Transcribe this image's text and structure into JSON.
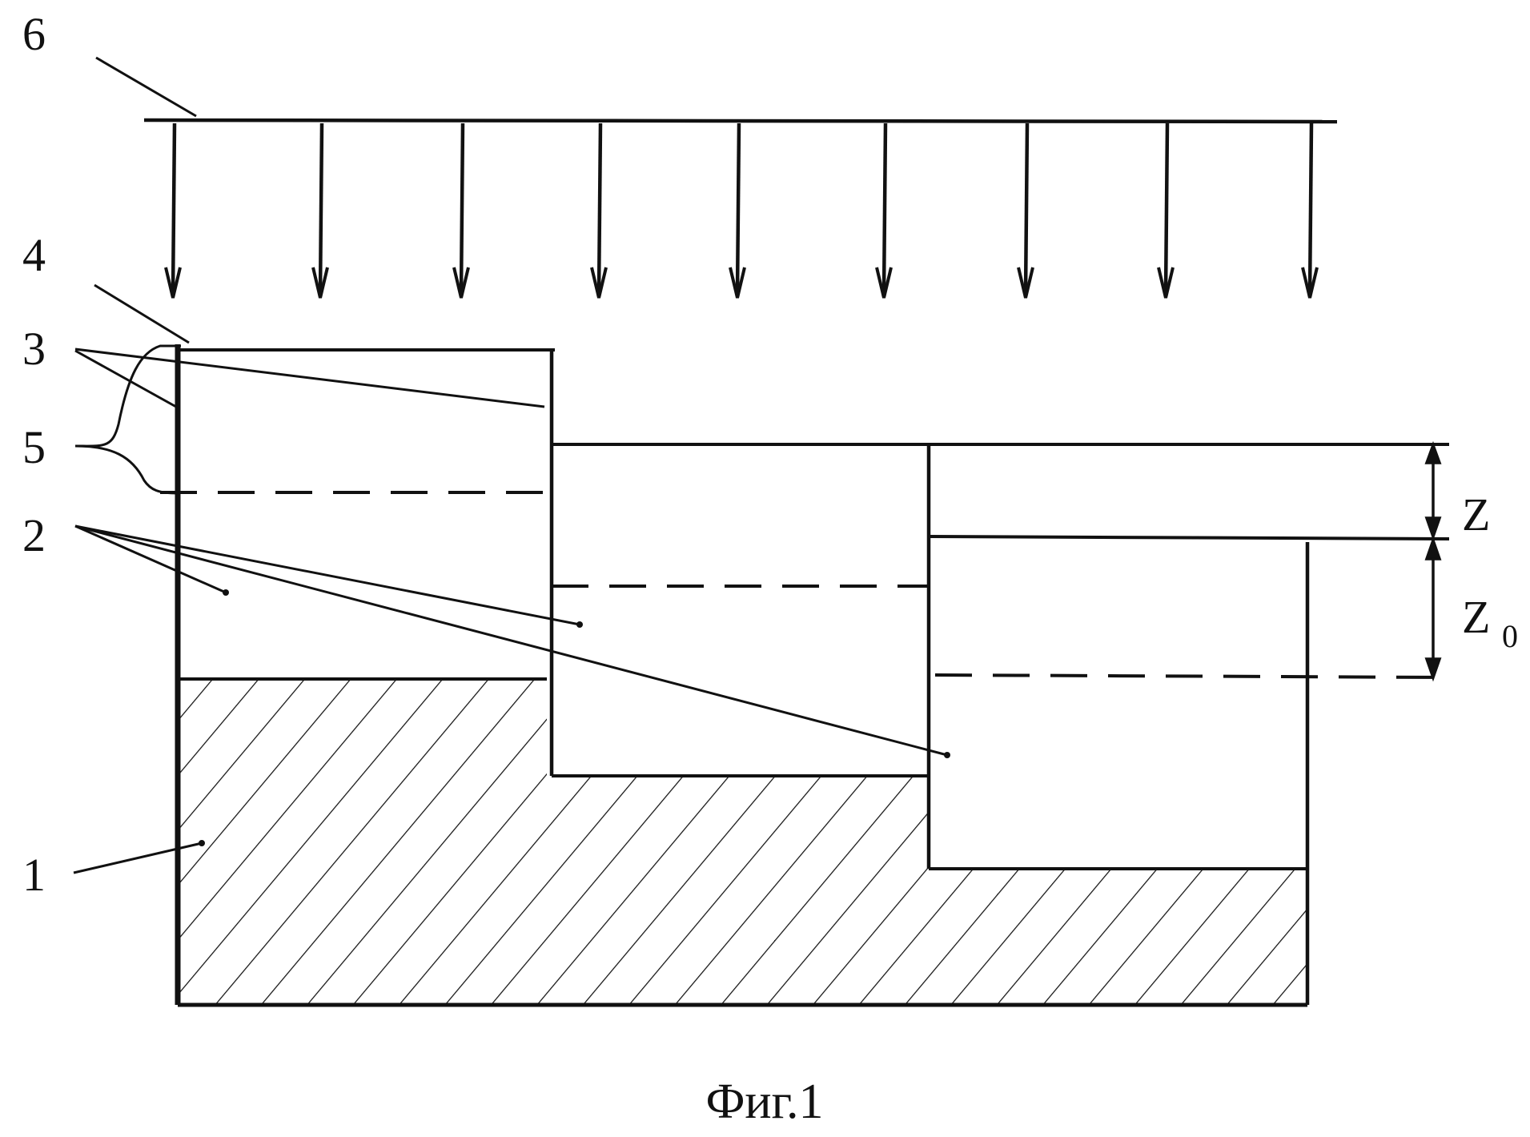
{
  "labels": {
    "l6": "6",
    "l4": "4",
    "l3": "3",
    "l5": "5",
    "l2": "2",
    "l1": "1",
    "z": "Z",
    "z0_main": "Z",
    "z0_sub": "0"
  },
  "caption": "Фиг.1",
  "colors": {
    "ink": "#111111",
    "background": "#ffffff"
  }
}
